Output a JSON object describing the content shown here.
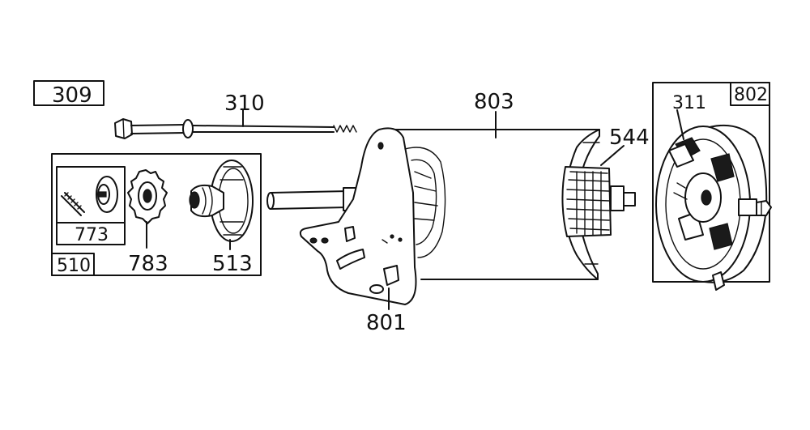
{
  "labels": {
    "p309": "309",
    "p310": "310",
    "p803": "803",
    "p311": "311",
    "p802": "802",
    "p544": "544",
    "p773": "773",
    "p510": "510",
    "p783": "783",
    "p513": "513",
    "p801": "801"
  }
}
